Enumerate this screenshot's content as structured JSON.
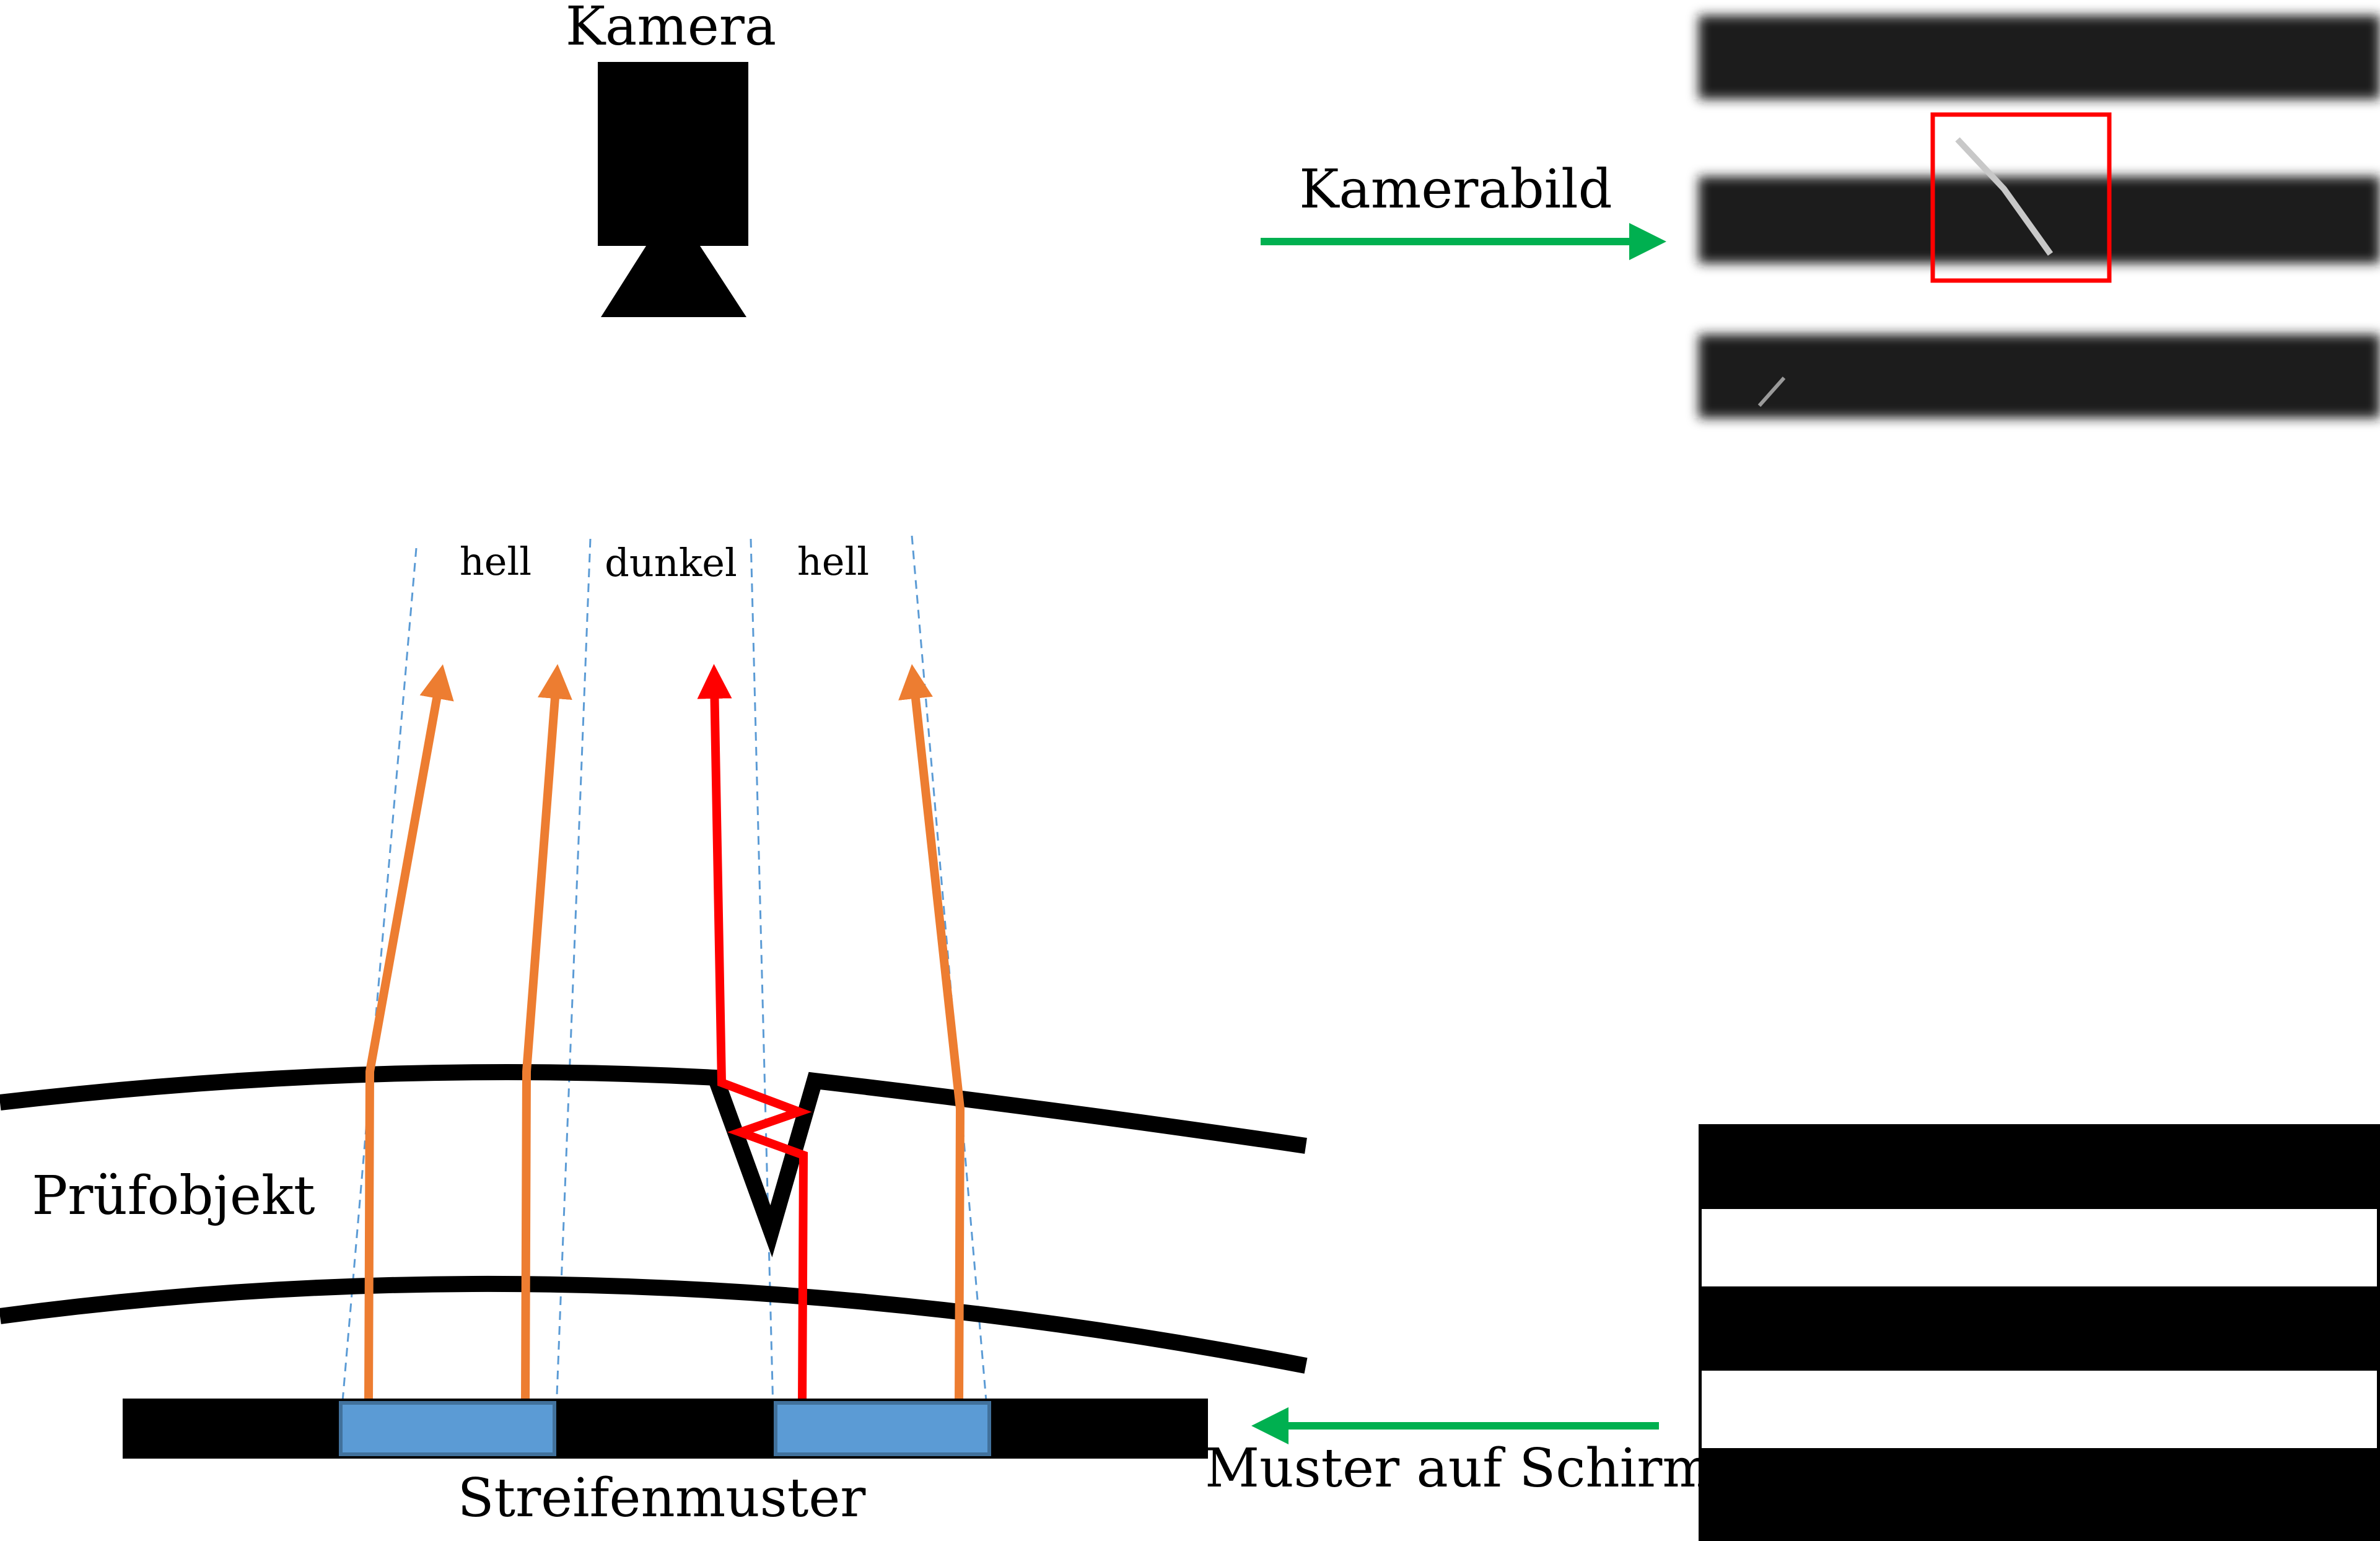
{
  "labels": {
    "camera": "Kamera",
    "camera_image": "Kamerabild",
    "test_object": "Prüfobjekt",
    "stripe_pattern": "Streifenmuster",
    "pattern_on_screen": "Muster auf Schirm",
    "bright_left": "hell",
    "dark": "dunkel",
    "bright_right": "hell"
  },
  "colors": {
    "ray_normal": "#ED7D31",
    "ray_defect": "#FF0000",
    "screen_stripe": "#5B9BD5",
    "zone_boundary": "#5B9BD5",
    "flow_arrow": "#00B050",
    "highlight_box": "#FF0000",
    "object": "#000000"
  },
  "icons": [
    "camera-icon"
  ]
}
